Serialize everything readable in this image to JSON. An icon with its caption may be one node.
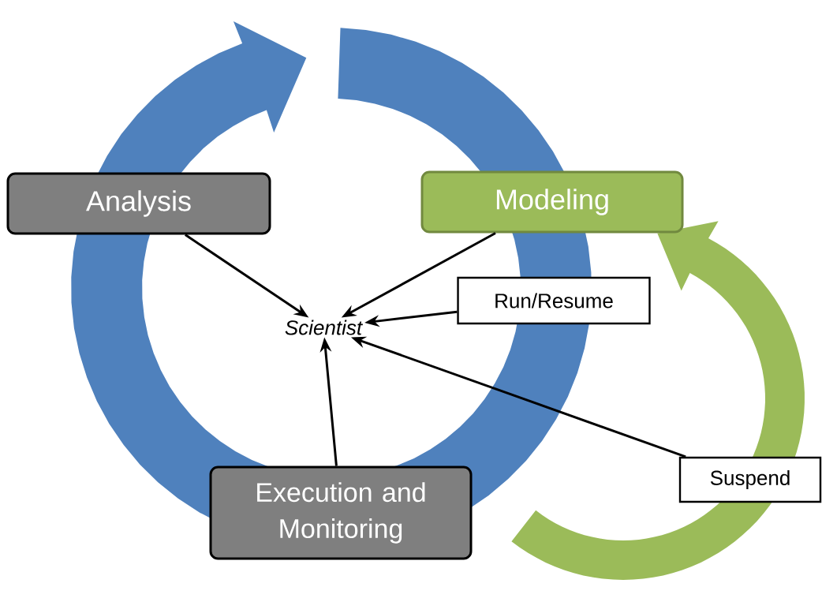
{
  "diagram": {
    "nodes": [
      {
        "text": [
          "Analysis"
        ]
      },
      {
        "text": [
          "Modeling"
        ]
      },
      {
        "text": [
          "Scientist"
        ]
      },
      {
        "text": [
          "Run/Resume"
        ]
      },
      {
        "text": [
          "Execution and Monitoring"
        ]
      },
      {
        "text": [
          "Suspend"
        ]
      }
    ],
    "edges": [
      {
        "from": 0,
        "to": 2,
        "arrow": "to"
      },
      {
        "from": 1,
        "to": 2,
        "arrow": "to"
      },
      {
        "from": 3,
        "to": 2,
        "arrow": "to"
      },
      {
        "from": 4,
        "to": 2,
        "arrow": "to"
      },
      {
        "from": 5,
        "to": 2,
        "arrow": "to"
      }
    ]
  }
}
